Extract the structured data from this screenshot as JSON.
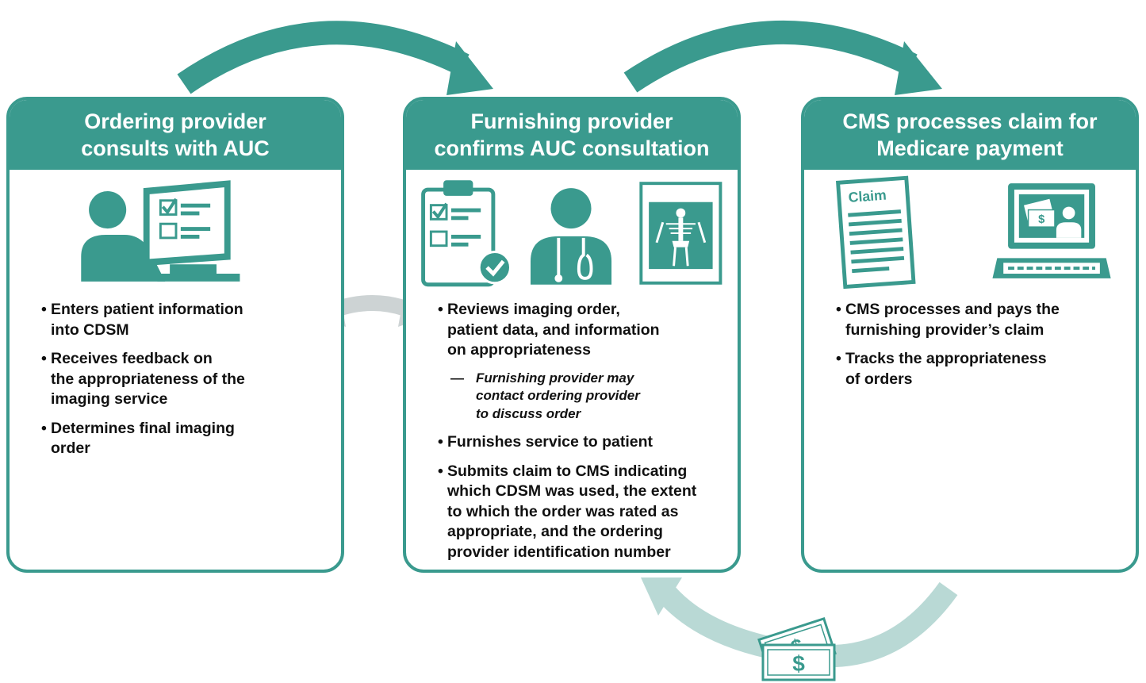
{
  "colors": {
    "teal": "#3a9a8e",
    "light_teal": "#b9d9d5",
    "gray_arrow": "#cdd3d4",
    "text": "#111111"
  },
  "panels": [
    {
      "title_lines": [
        "Ordering provider",
        "consults with AUC"
      ],
      "icons": [
        "person-at-computer-icon",
        "checklist-screen-icon"
      ],
      "bullets": [
        {
          "lines": [
            "Enters patient information",
            "into CDSM"
          ]
        },
        {
          "lines": [
            "Receives feedback on",
            "the appropriateness of the",
            "imaging service"
          ]
        },
        {
          "lines": [
            "Determines final imaging",
            "order"
          ]
        }
      ]
    },
    {
      "title_lines": [
        "Furnishing provider",
        "confirms AUC consultation"
      ],
      "icons": [
        "clipboard-checklist-icon",
        "doctor-stethoscope-icon",
        "xray-image-icon"
      ],
      "bullets": [
        {
          "lines": [
            "Reviews imaging order,",
            "patient data, and information",
            "on appropriateness"
          ],
          "sub": {
            "dash": "—",
            "lines": [
              "Furnishing provider may",
              "contact ordering provider",
              "to discuss order"
            ]
          }
        },
        {
          "lines": [
            "Furnishes service to patient"
          ]
        },
        {
          "lines": [
            "Submits claim to CMS indicating",
            "which CDSM was used, the extent",
            "to which the order was rated as",
            "appropriate, and the ordering",
            "provider identification number"
          ]
        }
      ]
    },
    {
      "title_lines": [
        "CMS processes claim for",
        "Medicare payment"
      ],
      "icons": [
        "claim-document-icon",
        "payment-computer-icon"
      ],
      "claim_label": "Claim",
      "bullets": [
        {
          "lines": [
            "CMS processes and pays the",
            "furnishing provider’s claim"
          ]
        },
        {
          "lines": [
            "Tracks the appropriateness",
            "of orders"
          ]
        }
      ]
    }
  ],
  "arrows": [
    "flow-arrow-1-to-2",
    "flow-arrow-2-to-3",
    "consult-double-arrow",
    "payment-return-arrow"
  ],
  "payment_icon": "dollar-bills-icon",
  "dollar_glyph": "$"
}
